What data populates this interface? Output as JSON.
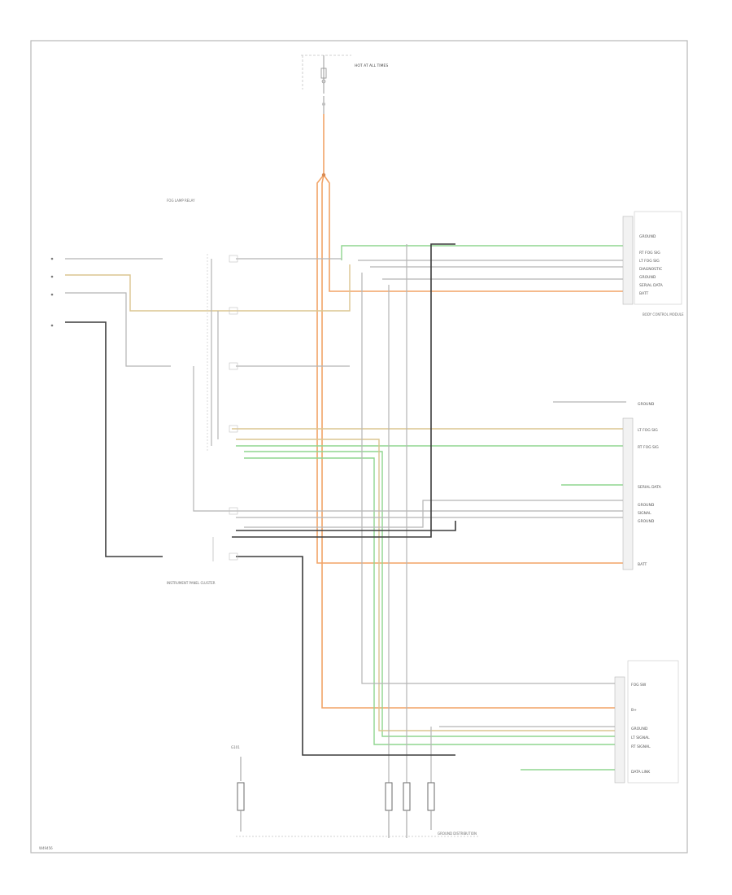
{
  "colors": {
    "frame": "#b8b8b8",
    "orange": "#f2a467",
    "green": "#8fd68f",
    "tan": "#dcc590",
    "yellow": "#e6d48a",
    "grey": "#9a9a9a",
    "lightgrey": "#cfcfcf",
    "black": "#3c3c3c"
  },
  "components": {
    "fuse_block": "HOT AT ALL TIMES",
    "body_control_module": "BODY CONTROL MODULE",
    "fog_lamp_relay": "FOG LAMP RELAY",
    "central_connector": "INSTRUMENT PANEL CLUSTER",
    "ground": "G101",
    "ground_stack": "GROUND DISTRIBUTION",
    "page_ref": "W49456"
  },
  "connectors": {
    "top_right": [
      "GROUND",
      "RT FOG SIG",
      "LT FOG SIG",
      "DIAGNOSTIC",
      "GROUND",
      "SERIAL DATA",
      "BATT"
    ],
    "mid_right": [
      "GROUND",
      "LT FOG SIG",
      "RT FOG SIG",
      "SERIAL DATA",
      "GROUND",
      "SIGNAL",
      "GROUND",
      "BATT"
    ],
    "bottom_right": [
      "FOG SW",
      "B+",
      "GROUND",
      "LT SIGNAL",
      "RT SIGNAL",
      "DATA LINK"
    ]
  },
  "icons": [
    "ground-icon",
    "connector-icon",
    "fuse-icon"
  ]
}
